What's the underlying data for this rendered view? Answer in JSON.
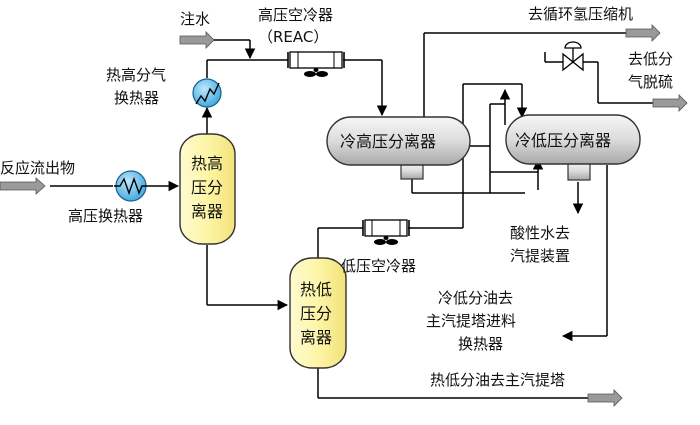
{
  "labels": {
    "water_injection": "注水",
    "reac_name": "高压空冷器",
    "reac_abbr": "（REAC）",
    "to_recycle_compressor": "去循环氢压缩机",
    "to_low_gas_desulfurization": [
      "去低分",
      "气脱硫"
    ],
    "hot_hp_gas_exchanger": [
      "热高分气",
      "换热器"
    ],
    "cold_hp_separator": "冷高压分离器",
    "cold_lp_separator": "冷低压分离器",
    "reactor_effluent": "反应流出物",
    "hp_exchanger": "高压换热器",
    "hot_hp_separator": [
      "热高",
      "压分",
      "离器"
    ],
    "lp_air_cooler": "低压空冷器",
    "sour_water": [
      "酸性水去",
      "汽提装置"
    ],
    "cold_low_oil": [
      "冷低分油去",
      "主汽提塔进料",
      "换热器"
    ],
    "hot_lp_separator": [
      "热低",
      "压分",
      "离器"
    ],
    "hot_low_oil": "热低分油去主汽提塔"
  },
  "colors": {
    "separator_vertical": "#fdf5a6",
    "separator_horizontal": "#dcdcdc",
    "exchanger": "#3aa7e0",
    "stream_arrow": "#9a9a9a"
  },
  "icons": [
    "heat-exchanger-icon",
    "air-cooler-icon",
    "control-valve-icon",
    "stream-arrow-icon"
  ]
}
